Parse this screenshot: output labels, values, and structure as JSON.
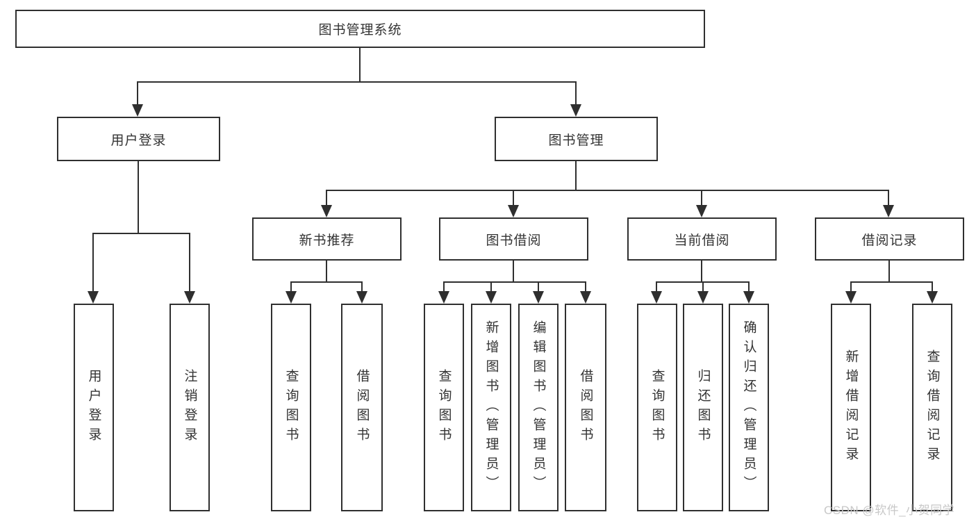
{
  "diagram": {
    "type": "hierarchy-tree",
    "colors": {
      "line": "#2f2f2f",
      "border": "#2f2f2f",
      "text": "#333333",
      "background": "#ffffff",
      "watermark_text": "#c8c8c8"
    },
    "tree": {
      "label": "图书管理系统",
      "children": [
        {
          "label": "用户登录",
          "children": [
            {
              "label": "用户登录"
            },
            {
              "label": "注销登录"
            }
          ]
        },
        {
          "label": "图书管理",
          "children": [
            {
              "label": "新书推荐",
              "children": [
                {
                  "label": "查询图书"
                },
                {
                  "label": "借阅图书"
                }
              ]
            },
            {
              "label": "图书借阅",
              "children": [
                {
                  "label": "查询图书"
                },
                {
                  "label": "新增图书（管理员）"
                },
                {
                  "label": "编辑图书（管理员）"
                },
                {
                  "label": "借阅图书"
                }
              ]
            },
            {
              "label": "当前借阅",
              "children": [
                {
                  "label": "查询图书"
                },
                {
                  "label": "归还图书"
                },
                {
                  "label": "确认归还（管理员）"
                }
              ]
            },
            {
              "label": "借阅记录",
              "children": [
                {
                  "label": "新增借阅记录"
                },
                {
                  "label": "查询借阅记录"
                }
              ]
            }
          ]
        }
      ]
    },
    "watermark": {
      "text": "CSDN @软件_小贺同学"
    }
  }
}
